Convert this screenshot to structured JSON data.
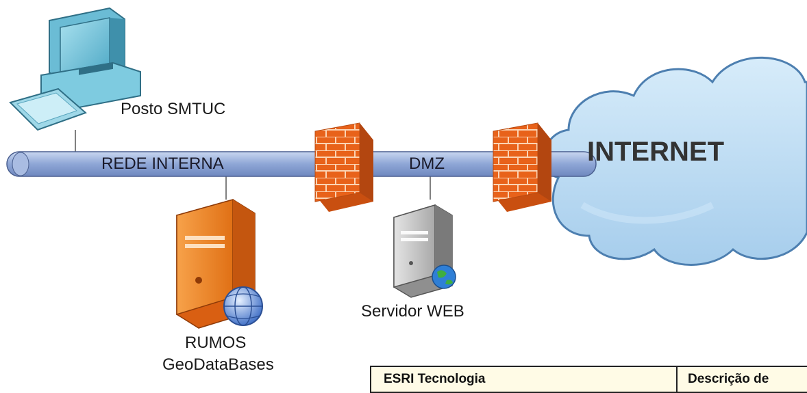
{
  "nodes": {
    "workstation_label": "Posto SMTUC",
    "internal_network_label": "REDE INTERNA",
    "dmz_label": "DMZ",
    "internet_label": "INTERNET",
    "web_server_label": "Servidor WEB",
    "db_server_label_line1": "RUMOS",
    "db_server_label_line2": "GeoDataBases"
  },
  "table": {
    "col1_header": "ESRI Tecnologia",
    "col2_header": "Descrição de"
  },
  "colors": {
    "network_bar": "#8ea6d6",
    "firewall": "#e8621a",
    "cloud": "#b9d8f2",
    "db_server": "#f28c2a",
    "web_server": "#c8c8c8",
    "workstation": "#7ecbe0"
  }
}
